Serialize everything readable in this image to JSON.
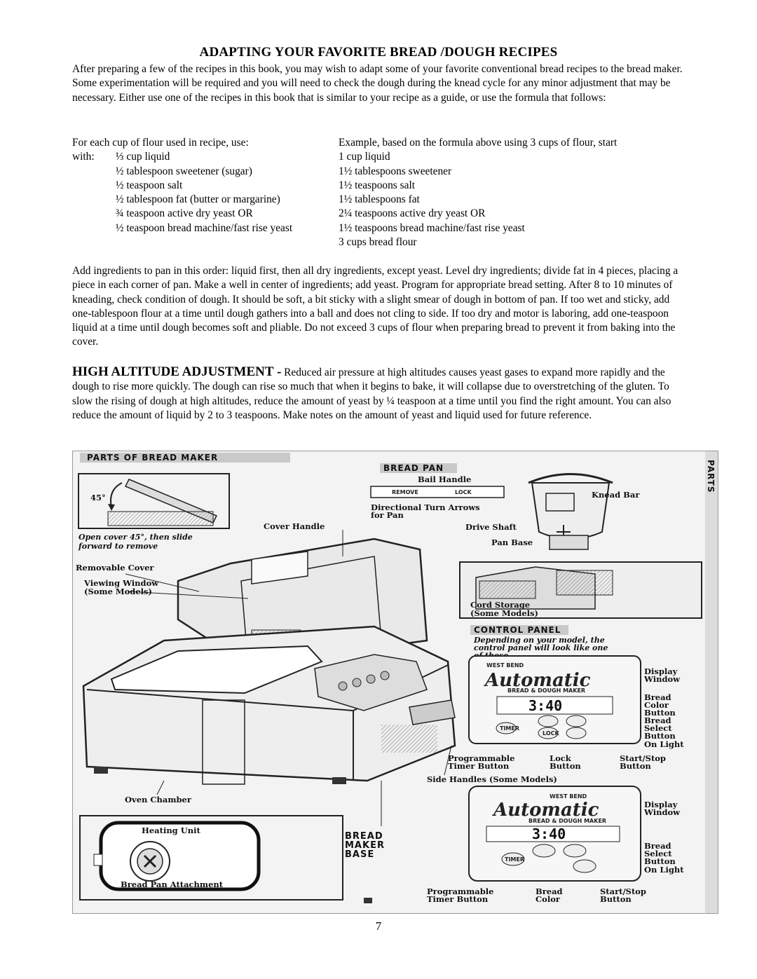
{
  "title": "ADAPTING YOUR FAVORITE BREAD /DOUGH RECIPES",
  "intro": "After preparing a few of the recipes in this book, you may wish to adapt some of your favorite conventional bread recipes to the bread maker.  Some experimentation will be required and you will need to check the dough during the knead cycle for any minor adjustment that may be necessary.  Either use one of the recipes in this book that is similar to your recipe as a guide, or use the formula that follows:",
  "formula": {
    "left_intro": "For each cup of flour used in recipe, use:",
    "left_with": "with:",
    "left_items": [
      "⅓ cup liquid",
      "½ tablespoon sweetener (sugar)",
      "½ teaspoon salt",
      "½ tablespoon fat (butter or margarine)",
      "¾ teaspoon active dry yeast OR",
      "½ teaspoon bread machine/fast rise yeast"
    ],
    "right_intro": "Example, based on the formula above using 3 cups of flour, start",
    "right_items": [
      "1   cup liquid",
      "1½ tablespoons sweetener",
      "1½ teaspoons salt",
      "1½ tablespoons fat",
      "2¼ teaspoons active dry yeast OR",
      "1½ teaspoons bread machine/fast rise yeast",
      "3   cups bread flour"
    ]
  },
  "instructions": "Add ingredients to pan in this order: liquid first, then all dry ingredients, except yeast.  Level dry ingredients; divide fat in 4 pieces, placing a piece in each corner of pan.  Make a well in center of ingredients; add yeast. Program for appropriate bread setting.  After 8 to 10 minutes of kneading, check condition of dough.  It should be soft, a bit sticky with a slight smear of dough in bottom of pan.  If too wet and sticky, add one-tablespoon flour at a time until dough gathers into a ball and does not cling to side.  If too dry and motor is laboring, add one-teaspoon liquid at a time until dough becomes soft and pliable.  Do not exceed 3 cups of flour when preparing bread to prevent it from baking into the cover.",
  "high_altitude": {
    "heading": "HIGH ALTITUDE ADJUSTMENT -",
    "text": " Reduced air pressure at high altitudes causes yeast gases to expand more rapidly and the dough to rise more quickly.  The dough can rise so much that when it begins to bake, it will collapse due to overstretching of the gluten.  To slow the rising of dough at high altitudes, reduce the amount of yeast by ¼ teaspoon at a time until you find the right amount.  You can also reduce the amount of liquid by 2 to 3 teaspoons.  Make notes on the amount of yeast and liquid used for future reference."
  },
  "figure": {
    "header": "PARTS OF BREAD MAKER",
    "side_tab": "PARTS",
    "angle": "45°",
    "open_cover_note": [
      "Open cover 45°, then slide",
      "forward to remove"
    ],
    "labels": {
      "cover_handle": "Cover Handle",
      "removable_cover": "Removable Cover",
      "viewing_window": [
        "Viewing Window",
        "(Some Models)"
      ],
      "oven_chamber": "Oven Chamber",
      "heating_unit": "Heating Unit",
      "bread_pan_attachment": "Bread Pan Attachment",
      "bread_maker_base": [
        "BREAD",
        "MAKER",
        "BASE"
      ],
      "side_handles": "Side Handles  (Some Models)"
    },
    "bread_pan": {
      "header": "BREAD PAN",
      "bail_handle": "Bail Handle",
      "knead_bar": "Knead Bar",
      "turn_arrows": [
        "Directional Turn Arrows",
        "for Pan"
      ],
      "drive_shaft": "Drive Shaft",
      "pan_base": "Pan Base",
      "arrow_remove": "REMOVE",
      "arrow_lock": "LOCK"
    },
    "cord_storage": [
      "Cord Storage",
      "(Some Models)"
    ],
    "control_panel": {
      "header": "CONTROL PANEL",
      "note": [
        "Depending on your model, the",
        "control panel will look like one",
        "of these."
      ],
      "panel1": {
        "maker": "WEST BEND",
        "script": "Automatic",
        "subtitle": "BREAD & DOUGH MAKER",
        "time": "3:40",
        "buttons": [
          "TIMER",
          "LOCK",
          "START STOP",
          "BREAD COLOR",
          "BREAD SELECT"
        ],
        "labels": {
          "display_window": [
            "Display",
            "Window"
          ],
          "bread_color_button": [
            "Bread",
            "Color",
            "Button"
          ],
          "bread_select_button": [
            "Bread",
            "Select",
            "Button"
          ],
          "on_light": "On Light",
          "programmable_timer": [
            "Programmable",
            "Timer Button"
          ],
          "lock": [
            "Lock",
            "Button"
          ],
          "start_stop": [
            "Start/Stop",
            "Button"
          ]
        }
      },
      "panel2": {
        "maker": "WEST BEND",
        "script": "Automatic",
        "subtitle": "BREAD & DOUGH MAKER",
        "time": "3:40",
        "buttons": [
          "TIMER",
          "BREAD COLOR",
          "BREAD SELECT",
          "START STOP"
        ],
        "labels": {
          "display_window": [
            "Display",
            "Window"
          ],
          "bread_select_button": [
            "Bread",
            "Select",
            "Button"
          ],
          "on_light": "On Light",
          "programmable_timer": [
            "Programmable",
            "Timer Button"
          ],
          "bread_color": [
            "Bread",
            "Color"
          ],
          "start_stop": [
            "Start/Stop",
            "Button"
          ]
        }
      }
    }
  },
  "page_number": "7"
}
